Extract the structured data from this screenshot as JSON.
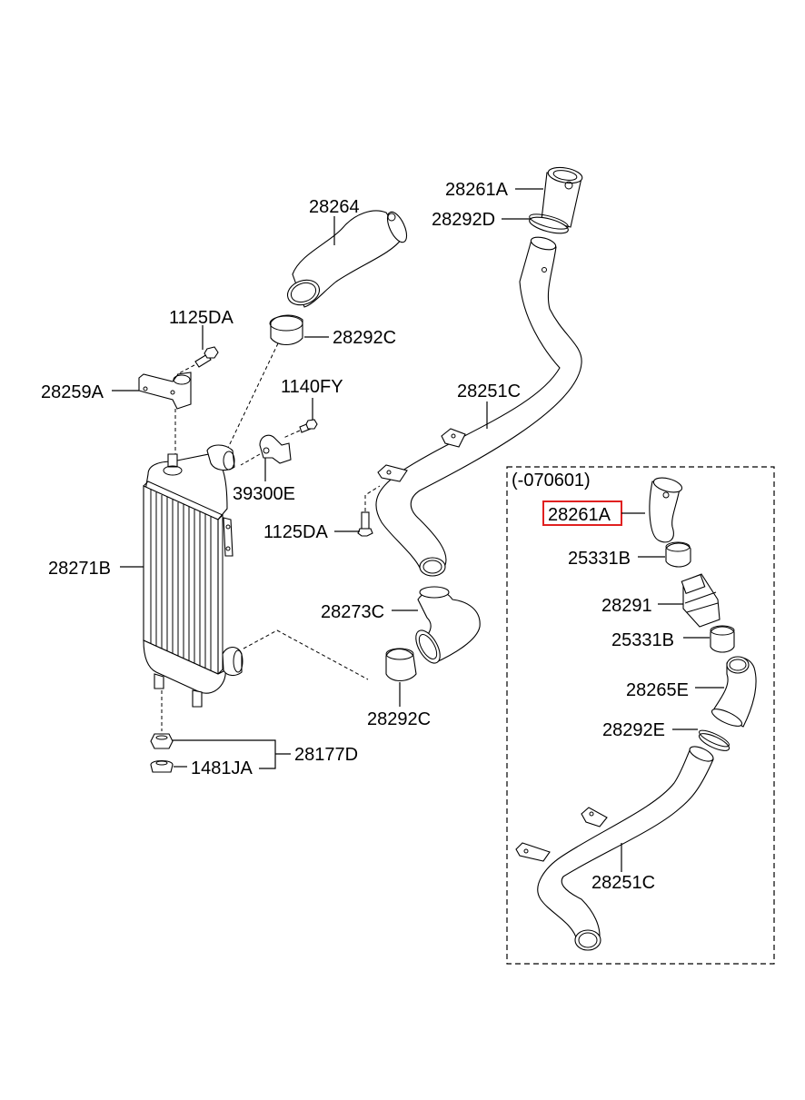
{
  "diagram": {
    "highlight_color": "#e02020",
    "inset": {
      "date_code": "(-070601)"
    },
    "callouts": {
      "p28261A_top": "28261A",
      "p28292D": "28292D",
      "p28264": "28264",
      "p28292C_top": "28292C",
      "p1125DA_top": "1125DA",
      "p28259A": "28259A",
      "p1140FY": "1140FY",
      "p28251C_main": "28251C",
      "p39300E": "39300E",
      "p1125DA_mid": "1125DA",
      "p28271B": "28271B",
      "p28273C": "28273C",
      "p28292C_bottom": "28292C",
      "p28177D": "28177D",
      "p1481JA": "1481JA",
      "inset_28261A": "28261A",
      "inset_25331B_1": "25331B",
      "inset_28291": "28291",
      "inset_25331B_2": "25331B",
      "inset_28265E": "28265E",
      "inset_28292E": "28292E",
      "inset_28251C": "28251C"
    }
  }
}
